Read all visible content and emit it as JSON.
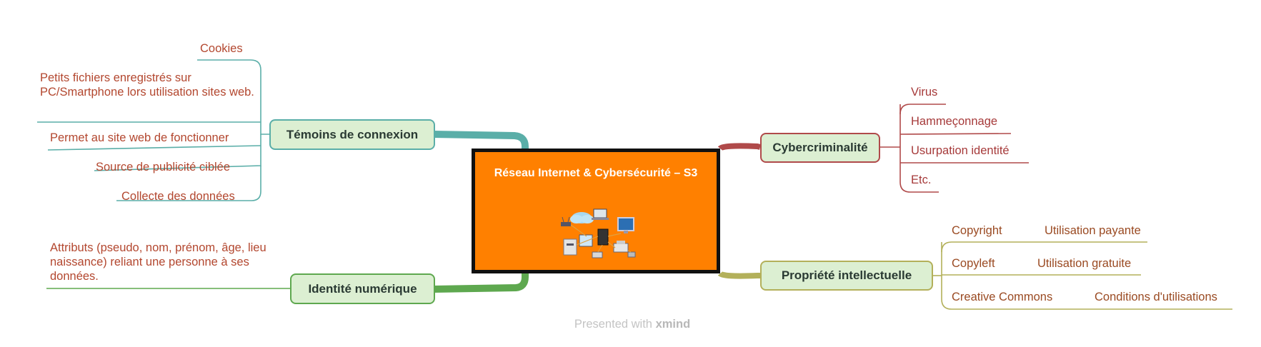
{
  "central": {
    "title": "Réseau Internet & Cybersécurité – S3",
    "image": "network-illustration"
  },
  "topics": {
    "temoins": {
      "label": "Témoins de connexion",
      "color": "#5aaea8",
      "leaves": [
        "Cookies",
        "Petits fichiers enregistrés sur PC/Smartphone lors utilisation sites web.",
        "Permet au site web de fonctionner",
        "Source de publicité ciblée",
        "Collecte des données"
      ]
    },
    "identite": {
      "label": "Identité numérique",
      "color": "#5ea84f",
      "leaves": [
        "Attributs (pseudo, nom, prénom, âge, lieu naissance) reliant une personne à ses données."
      ]
    },
    "cyber": {
      "label": "Cybercriminalité",
      "color": "#b04a4a",
      "leaves": [
        "Virus",
        "Hammeçonnage",
        "Usurpation identité",
        "Etc."
      ]
    },
    "propriete": {
      "label": "Propriété intellectuelle",
      "color": "#b3b05a",
      "items": [
        {
          "label": "Copyright",
          "detail": "Utilisation payante"
        },
        {
          "label": "Copyleft",
          "detail": "Utilisation gratuite"
        },
        {
          "label": "Creative Commons",
          "detail": "Conditions d'utilisations"
        }
      ]
    }
  },
  "footer": {
    "prefix": "Presented with",
    "brand": "xmind"
  }
}
